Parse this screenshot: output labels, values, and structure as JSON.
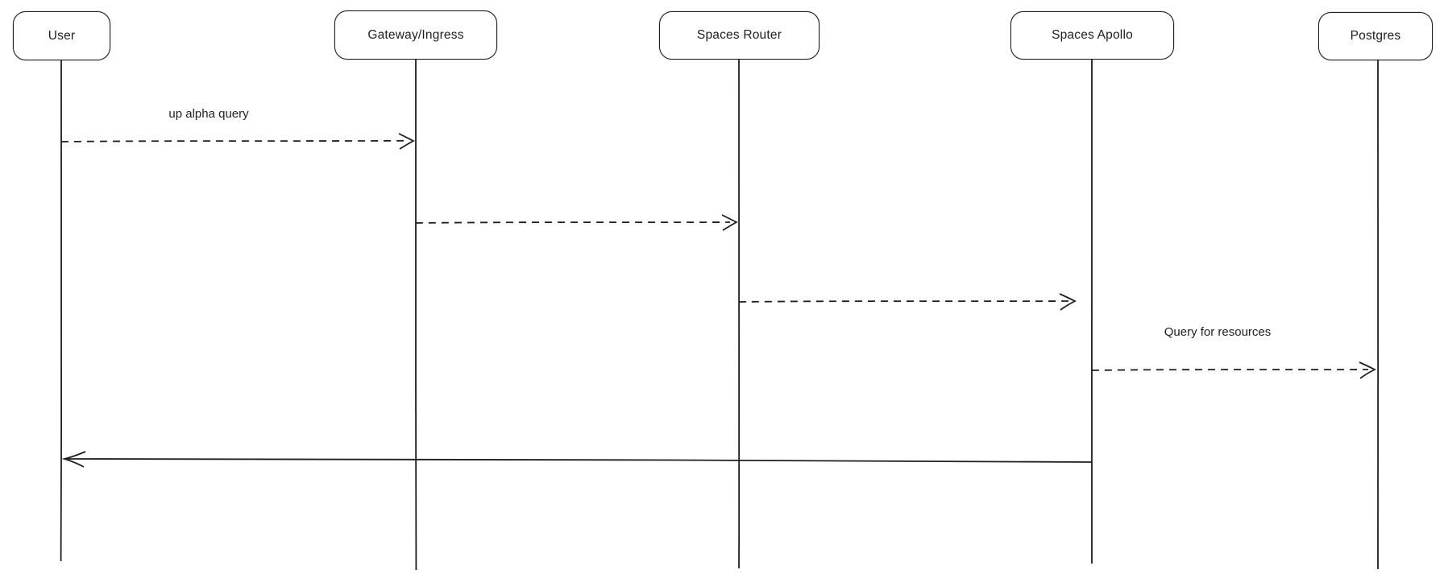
{
  "diagram": {
    "kind": "sequence-diagram",
    "background_color": "#ffffff",
    "stroke_color": "#1e1e1e",
    "actors": [
      {
        "id": "user",
        "label": "User"
      },
      {
        "id": "gateway-ingress",
        "label": "Gateway/Ingress"
      },
      {
        "id": "spaces-router",
        "label": "Spaces Router"
      },
      {
        "id": "spaces-apollo",
        "label": "Spaces Apollo"
      },
      {
        "id": "postgres",
        "label": "Postgres"
      }
    ],
    "messages": [
      {
        "index": 1,
        "from": "User",
        "to": "Gateway/Ingress",
        "label": "up alpha query",
        "line_style": "dashed",
        "direction": "right"
      },
      {
        "index": 2,
        "from": "Gateway/Ingress",
        "to": "Spaces Router",
        "label": "",
        "line_style": "dashed",
        "direction": "right"
      },
      {
        "index": 3,
        "from": "Spaces Router",
        "to": "Spaces Apollo",
        "label": "",
        "line_style": "dashed",
        "direction": "right"
      },
      {
        "index": 4,
        "from": "Spaces Apollo",
        "to": "Postgres",
        "label": "Query for resources",
        "line_style": "dashed",
        "direction": "right"
      },
      {
        "index": 5,
        "from": "Spaces Apollo",
        "to": "User",
        "label": "",
        "line_style": "solid",
        "direction": "left"
      }
    ]
  }
}
